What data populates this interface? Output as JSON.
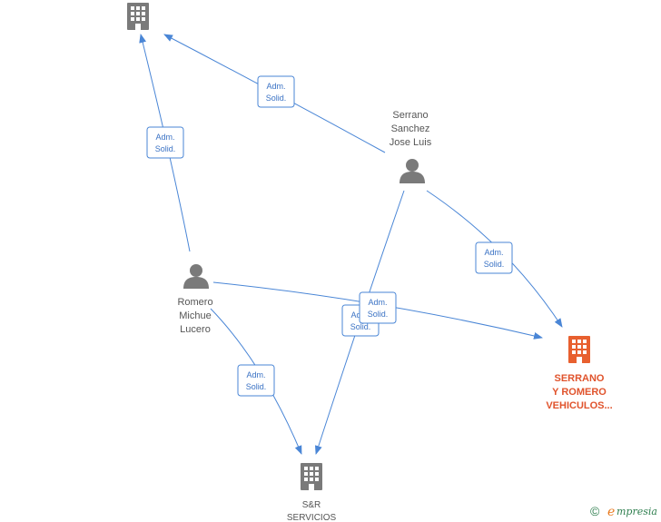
{
  "nodes": {
    "company_top": {
      "label": []
    },
    "serrano_person": {
      "label": [
        "Serrano",
        "Sanchez",
        "Jose Luis"
      ]
    },
    "romero_person": {
      "label": [
        "Romero",
        "Michue",
        "Lucero"
      ]
    },
    "serrano_romero_company": {
      "label": [
        "SERRANO",
        "Y ROMERO",
        "VEHICULOS..."
      ]
    },
    "sr_servicios_company": {
      "label": [
        "S&R",
        "SERVICIOS"
      ]
    }
  },
  "edges": [
    {
      "from": "serrano_person",
      "to": "company_top",
      "label": [
        "Adm.",
        "Solid."
      ]
    },
    {
      "from": "romero_person",
      "to": "company_top",
      "label": [
        "Adm.",
        "Solid."
      ]
    },
    {
      "from": "serrano_person",
      "to": "serrano_romero_company",
      "label": [
        "Adm.",
        "Solid."
      ]
    },
    {
      "from": "romero_person",
      "to": "serrano_romero_company",
      "label": [
        "Adm.",
        "Solid."
      ]
    },
    {
      "from": "serrano_person",
      "to": "sr_servicios_company",
      "label": [
        "Adm.",
        "Solid."
      ]
    },
    {
      "from": "romero_person",
      "to": "sr_servicios_company",
      "label": [
        "Adm.",
        "Solid."
      ]
    }
  ],
  "colors": {
    "edge": "#4a86d6",
    "icon": "#7a7a7a",
    "highlight": "#e8602f"
  },
  "footer": {
    "copyright_symbol": "©",
    "brand_initial": "e",
    "brand_rest": "mpresia"
  }
}
